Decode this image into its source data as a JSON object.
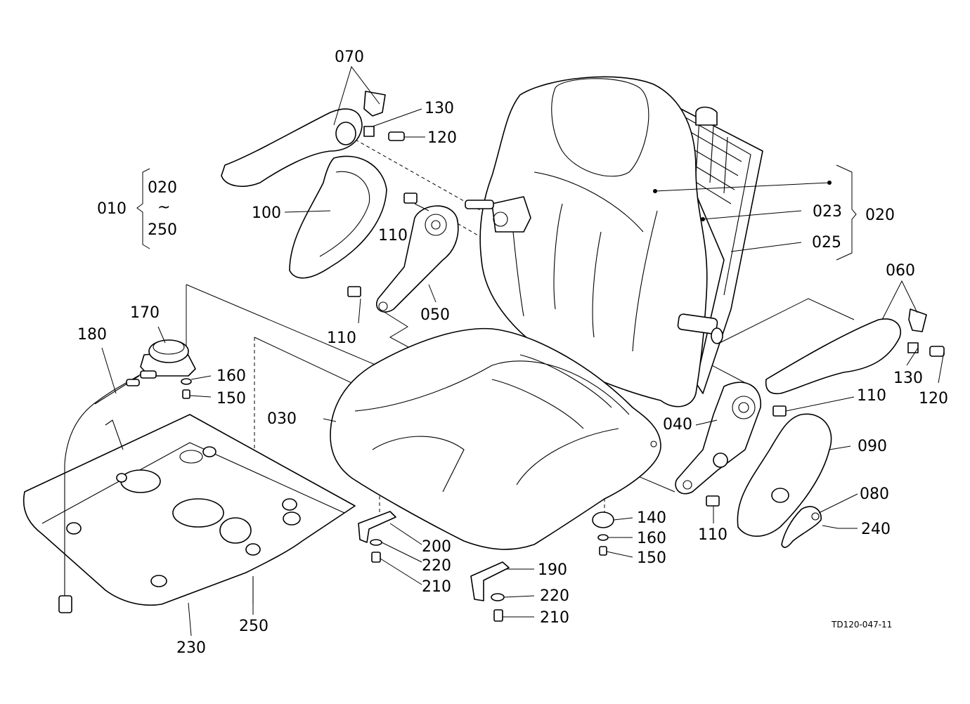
{
  "diagram_code": "TD120-047-11",
  "labels": {
    "l070": "070",
    "l130": "130",
    "l120a": "120",
    "l020a": "020",
    "l010": "010",
    "ltilde": "~",
    "l250a": "250",
    "l100": "100",
    "l110a": "110",
    "l110b": "110",
    "l050": "050",
    "l023": "023",
    "l020b": "020",
    "l025": "025",
    "l060": "060",
    "l130b": "130",
    "l120b": "120",
    "l110c": "110",
    "l170": "170",
    "l180": "180",
    "l160a": "160",
    "l150a": "150",
    "l030": "030",
    "l040": "040",
    "l090": "090",
    "l080": "080",
    "l240": "240",
    "l140": "140",
    "l160b": "160",
    "l150b": "150",
    "l110d": "110",
    "l200": "200",
    "l220a": "220",
    "l210a": "210",
    "l190": "190",
    "l220b": "220",
    "l210b": "210",
    "l250b": "250",
    "l230": "230"
  }
}
